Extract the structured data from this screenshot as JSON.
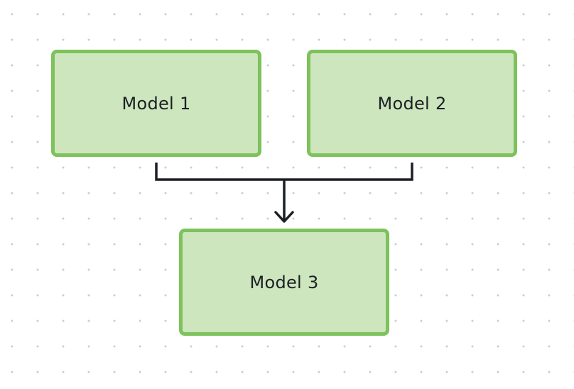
{
  "diagram": {
    "nodes": [
      {
        "id": "model-1",
        "label": "Model 1"
      },
      {
        "id": "model-2",
        "label": "Model 2"
      },
      {
        "id": "model-3",
        "label": "Model 3"
      }
    ],
    "edges": [
      {
        "from": [
          "model-1",
          "model-2"
        ],
        "to": "model-3",
        "style": "merge-arrow"
      }
    ],
    "colors": {
      "node_fill": "#cde6be",
      "node_border": "#7dc25c",
      "connector": "#1c1f24",
      "text": "#1c1f24",
      "grid_dot": "#c9ccd1",
      "background": "#ffffff"
    }
  }
}
